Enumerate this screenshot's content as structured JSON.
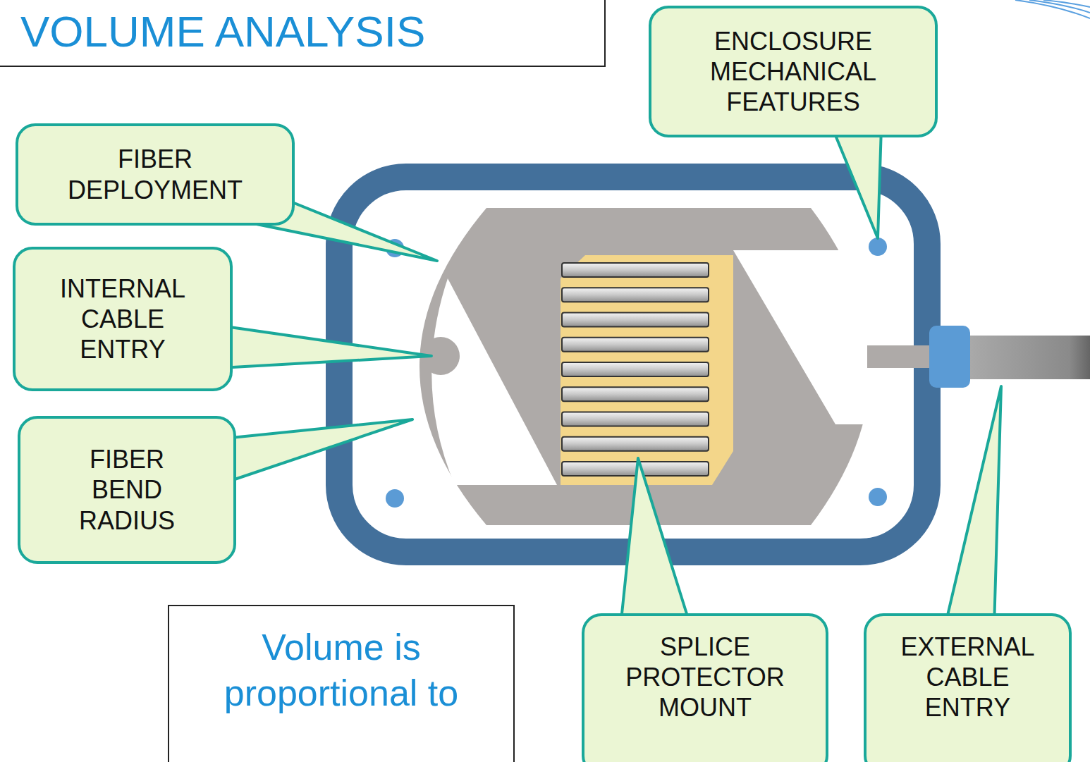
{
  "diagram": {
    "title": "VOLUME ANALYSIS",
    "nodes": [
      {
        "text": [
          "FIBER DEPLOYMENT"
        ]
      },
      {
        "text": [
          "ENCLOSURE MECHANICAL FEATURES"
        ]
      },
      {
        "text": [
          "INTERNAL CABLE ENTRY"
        ]
      },
      {
        "text": [
          "FIBER BEND RADIUS"
        ]
      },
      {
        "text": [
          "Volume is proportional to"
        ]
      },
      {
        "text": [
          "SPLICE PROTECTOR MOUNT"
        ]
      },
      {
        "text": [
          "EXTERNAL CABLE ENTRY"
        ]
      }
    ]
  }
}
